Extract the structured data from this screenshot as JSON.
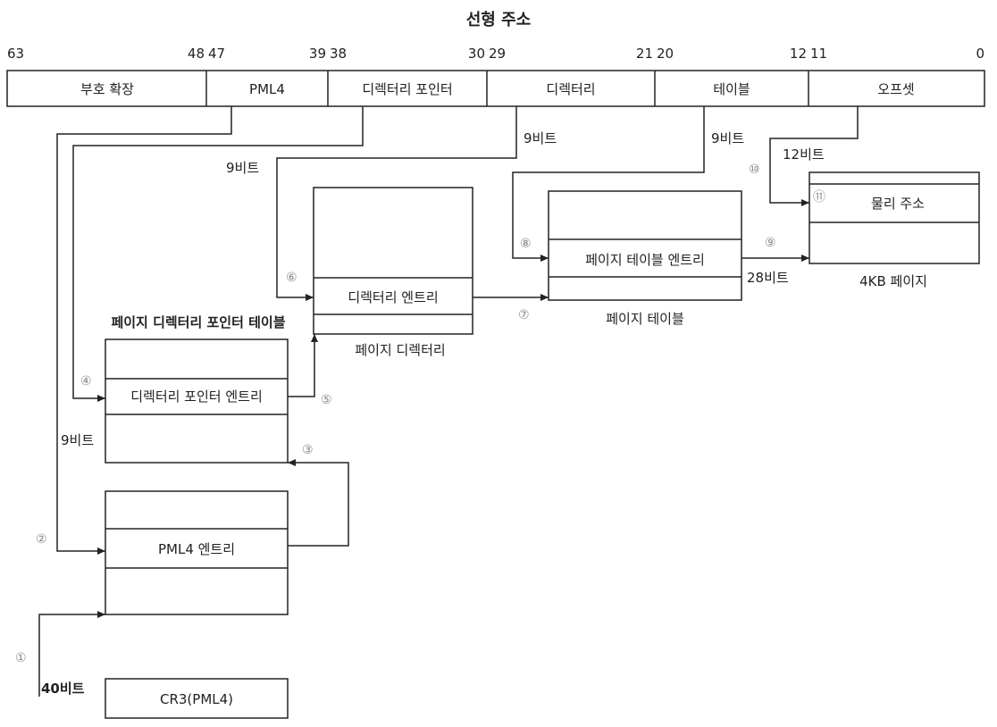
{
  "title": "선형 주소",
  "bit_positions": {
    "b63": "63",
    "b48": "48",
    "b47": "47",
    "b39": "39",
    "b38": "38",
    "b30": "30",
    "b29": "29",
    "b21": "21",
    "b20": "20",
    "b12": "12",
    "b11": "11",
    "b0": "0"
  },
  "address_fields": {
    "sign_extension": "부호 확장",
    "pml4": "PML4",
    "directory_pointer": "디렉터리 포인터",
    "directory": "디렉터리",
    "table": "테이블",
    "offset": "오프셋"
  },
  "bit_widths": {
    "pml4": "9비트",
    "directory_pointer": "9비트",
    "directory": "9비트",
    "table": "9비트",
    "offset": "12비트",
    "page_base": "28비트",
    "cr3": "40비트"
  },
  "structures": {
    "cr3": "CR3(PML4)",
    "pml4_entry": "PML4 엔트리",
    "pdpt_title": "페이지 디렉터리 포인터 테이블",
    "pdpt_entry": "디렉터리 포인터 엔트리",
    "pd_entry": "디렉터리 엔트리",
    "pd_title": "페이지 디렉터리",
    "pt_entry": "페이지 테이블 엔트리",
    "pt_title": "페이지 테이블",
    "physical_address": "물리 주소",
    "page_title": "4KB 페이지"
  },
  "steps": {
    "s1": "①",
    "s2": "②",
    "s3": "③",
    "s4": "④",
    "s5": "⑤",
    "s6": "⑥",
    "s7": "⑦",
    "s8": "⑧",
    "s9": "⑨",
    "s10": "⑩",
    "s11": "⑪"
  },
  "colors": {
    "line": "#222222",
    "step_marker": "#888888",
    "background": "#ffffff"
  }
}
